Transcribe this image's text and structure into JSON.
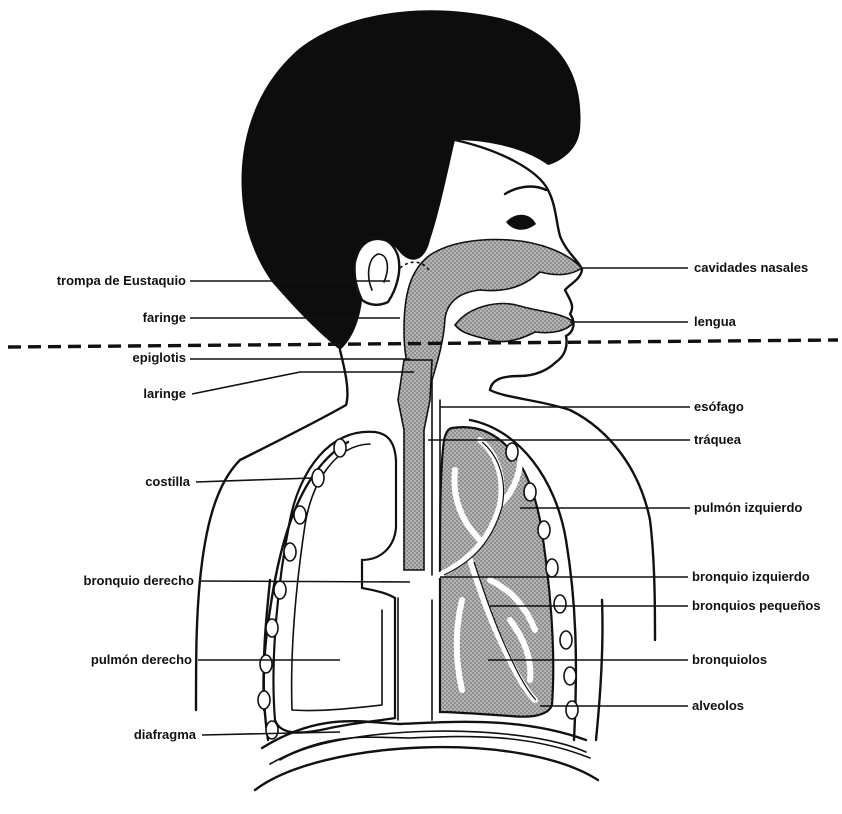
{
  "labels": {
    "left": {
      "trompa": "trompa de Eustaquio",
      "faringe": "faringe",
      "epiglotis": "epiglotis",
      "laringe": "laringe",
      "costilla": "costilla",
      "bronquio_derecho": "bronquio derecho",
      "pulmon_derecho": "pulmón derecho",
      "diafragma": "diafragma"
    },
    "right": {
      "cavidades": "cavidades nasales",
      "lengua": "lengua",
      "esofago": "esófago",
      "traquea": "tráquea",
      "pulmon_izquierdo": "pulmón izquierdo",
      "bronquio_izquierdo": "bronquio izquierdo",
      "bronquios_pequenos": "bronquios pequeños",
      "bronquiolos": "bronquiolos",
      "alveolos": "alveolos"
    }
  },
  "colors": {
    "ink": "#111111",
    "airway_fill": "#8a8a8a",
    "background": "#ffffff"
  }
}
